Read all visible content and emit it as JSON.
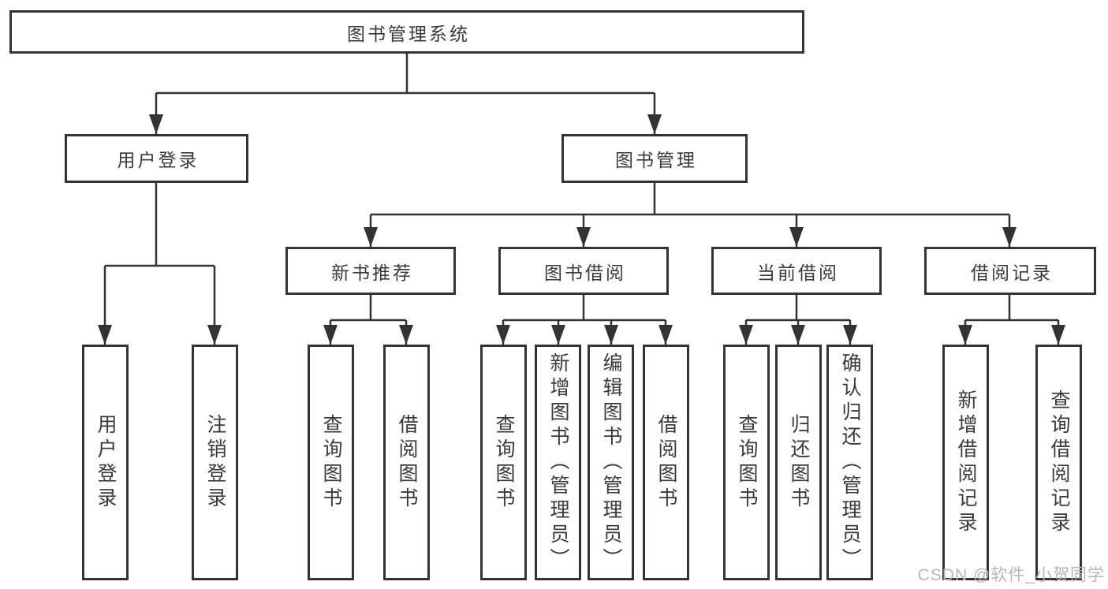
{
  "diagram": {
    "root_label": "图书管理系统",
    "branches": [
      {
        "label": "用户登录",
        "leaves": [
          "用户登录",
          "注销登录"
        ]
      },
      {
        "label": "图书管理",
        "groups": [
          {
            "label": "新书推荐",
            "leaves": [
              "查询图书",
              "借阅图书"
            ]
          },
          {
            "label": "图书借阅",
            "leaves": [
              "查询图书",
              "新增图书（管理员）",
              "编辑图书（管理员）",
              "借阅图书"
            ]
          },
          {
            "label": "当前借阅",
            "leaves": [
              "查询图书",
              "归还图书",
              "确认归还（管理员）"
            ]
          },
          {
            "label": "借阅记录",
            "leaves": [
              "新增借阅记录",
              "查询借阅记录"
            ]
          }
        ]
      }
    ]
  },
  "watermark": {
    "text": "CSDN @软件_小贺同学"
  },
  "colors": {
    "line": "#333333",
    "box_border": "#333333",
    "box_fill": "#ffffff",
    "text": "#3a3a3a",
    "watermark": "#b7b7b7",
    "background": "#ffffff"
  }
}
